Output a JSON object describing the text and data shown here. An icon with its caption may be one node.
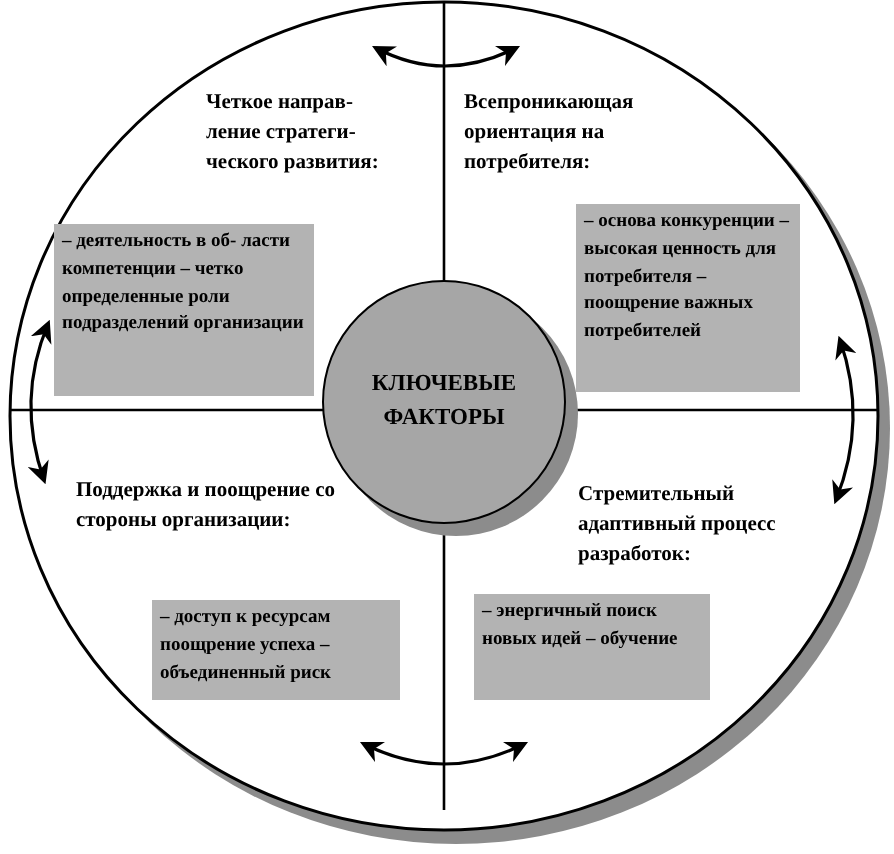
{
  "diagram": {
    "nodes": [
      {
        "text": [
          "КЛЮЧЕВЫЕ ФАКТОРЫ"
        ]
      },
      {
        "text": [
          "– деятельность в об- ласти компетенции – четко определенные роли подразделений организации"
        ]
      },
      {
        "text": [
          "– основа конкуренции – высокая ценность для потребителя – поощрение важных потребителей"
        ]
      },
      {
        "text": [
          "– доступ к ресурсам поощрение успеха – объединенный риск"
        ]
      },
      {
        "text": [
          "– энергичный поиск новых идей – обучение"
        ]
      }
    ],
    "labels": [
      "Четкое направ- ление стратеги- ческого развития:",
      "Всепроникающая ориентация на потребителя:",
      "Поддержка и поощрение со стороны организации:",
      "Стремительный адаптивный процесс разработок:"
    ]
  }
}
